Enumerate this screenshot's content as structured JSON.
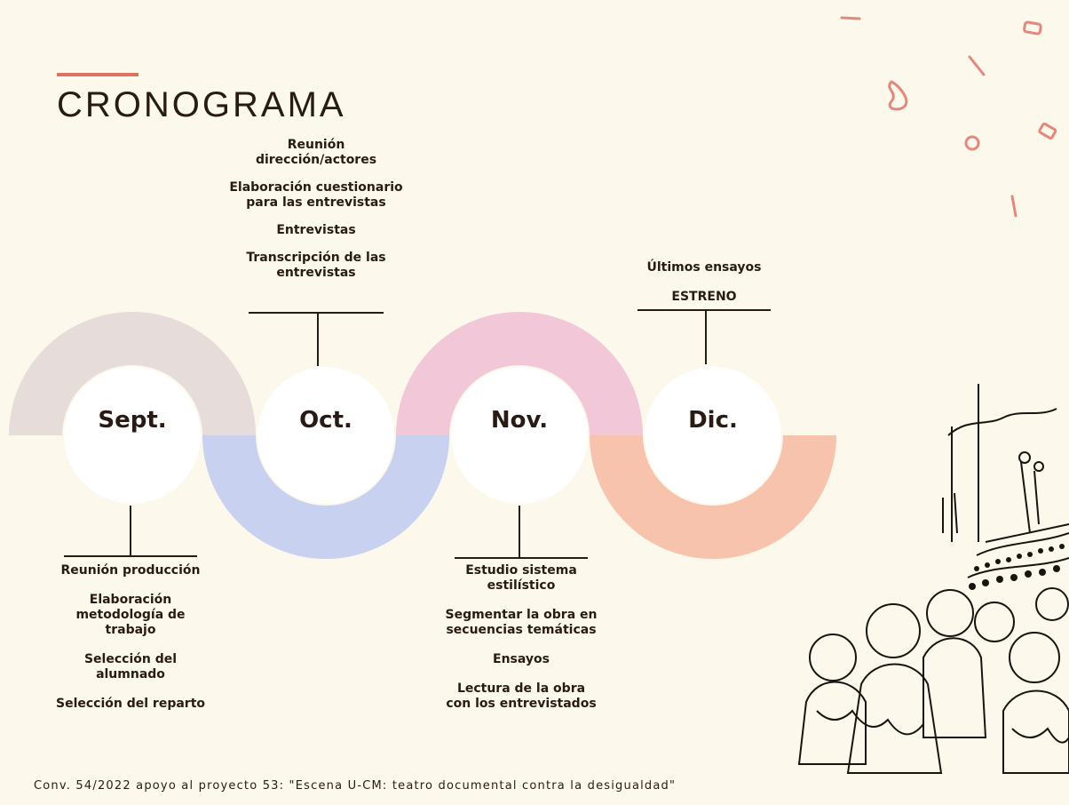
{
  "title": "CRONOGRAMA",
  "colors": {
    "background": "#fdf8ec",
    "accent": "#d9725f",
    "sept_arc": "#e6dcd9",
    "oct_arc": "#c8d1f0",
    "nov_arc": "#f2c7d8",
    "dic_arc": "#f7c3ad"
  },
  "months": [
    {
      "label": "Sept.",
      "tasks": [
        "Reunión producción",
        "Elaboración metodología de trabajo",
        "Selección del alumnado",
        "Selección del reparto"
      ]
    },
    {
      "label": "Oct.",
      "tasks": [
        "Reunión dirección/actores",
        "Elaboración cuestionario para las entrevistas",
        "Entrevistas",
        "Transcripción de las entrevistas"
      ]
    },
    {
      "label": "Nov.",
      "tasks": [
        "Estudio sistema estilístico",
        "Segmentar la obra en secuencias temáticas",
        "Ensayos",
        "Lectura de la obra con los entrevistados"
      ]
    },
    {
      "label": "Dic.",
      "tasks": [
        "Últimos ensayos",
        "ESTRENO"
      ]
    }
  ],
  "footer": "Conv. 54/2022 apoyo al proyecto 53: \"Escena U-CM: teatro documental contra la desigualdad\""
}
